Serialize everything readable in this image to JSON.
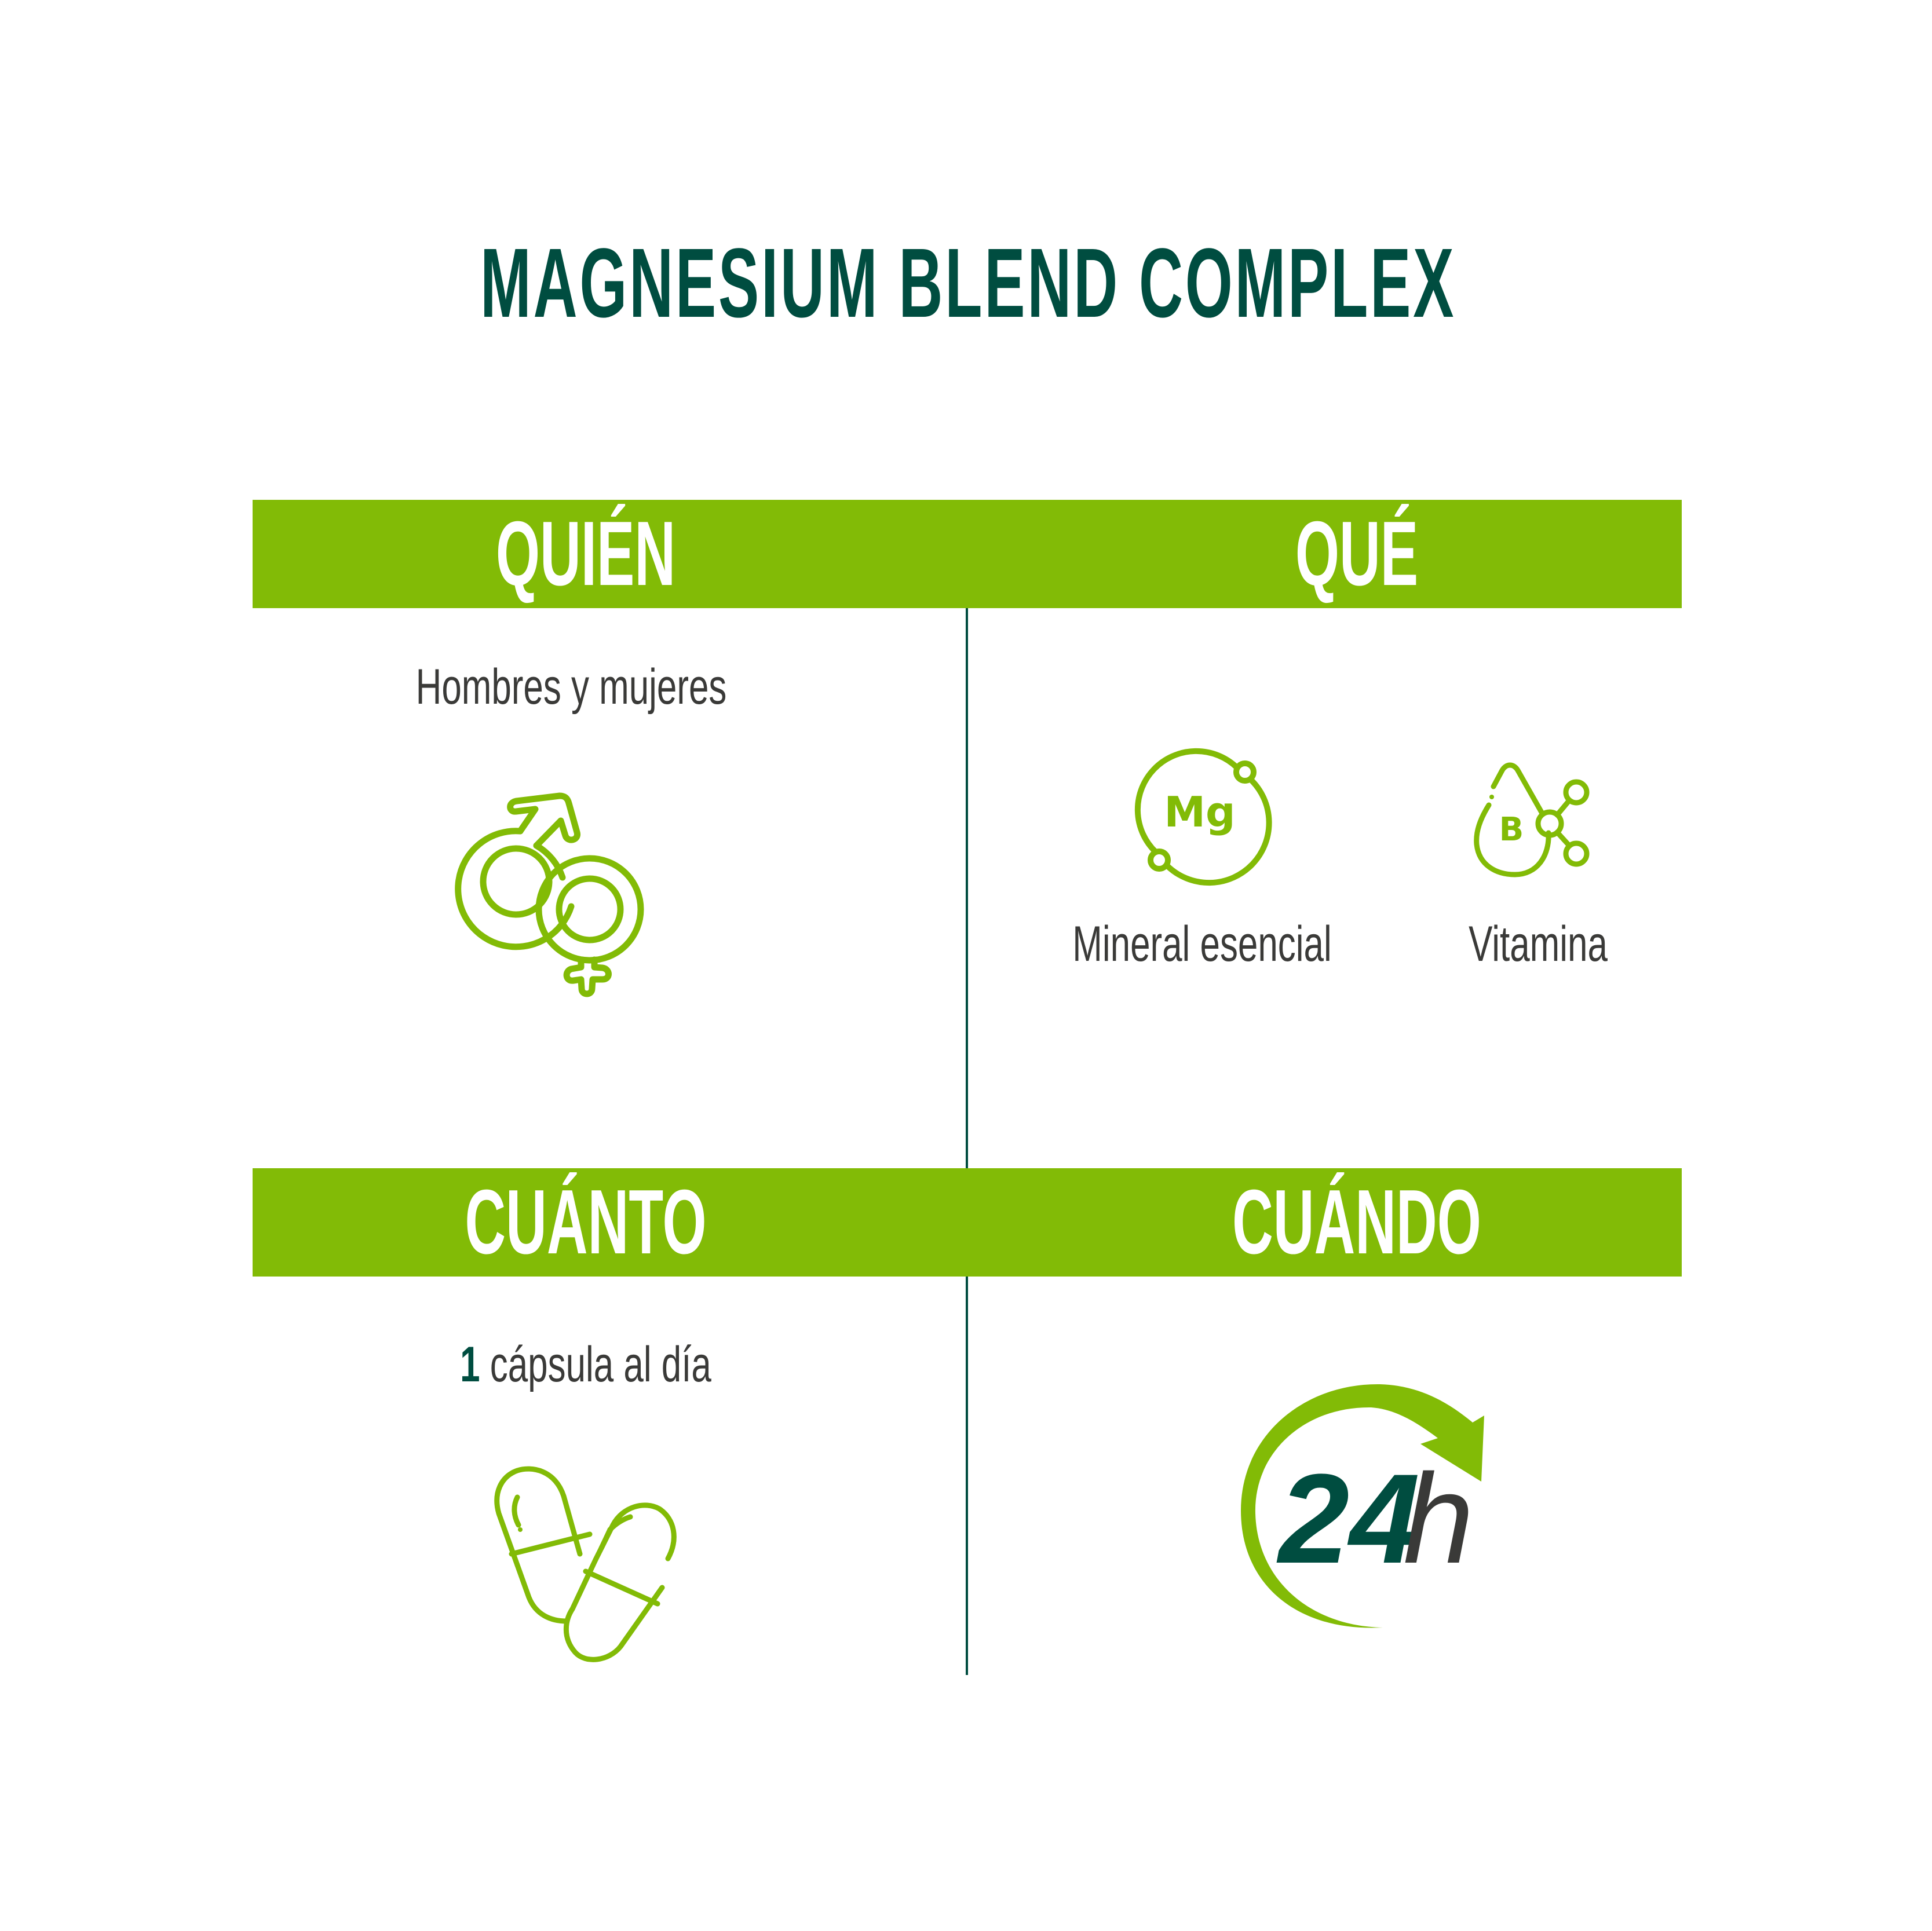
{
  "title": "MAGNESIUM BLEND COMPLEX",
  "colors": {
    "primary_dark_green": "#004d40",
    "accent_green": "#82bb06",
    "text_gray": "#3a3a38",
    "background": "#ffffff"
  },
  "sections": {
    "quien": {
      "heading": "QUIÉN",
      "text": "Hombres y mujeres",
      "icon": "gender-male-female-icon"
    },
    "que": {
      "heading": "QUÉ",
      "items": [
        {
          "icon": "magnesium-mg-icon",
          "icon_text": "Mg",
          "label": "Mineral esencial"
        },
        {
          "icon": "vitamin-b-drop-icon",
          "icon_text": "B",
          "label": "Vitamina"
        }
      ]
    },
    "cuanto": {
      "heading": "CUÁNTO",
      "amount": "1",
      "text": "cápsula al día",
      "icon": "capsules-icon"
    },
    "cuando": {
      "heading": "CUÁNDO",
      "icon": "24h-cycle-icon",
      "icon_number": "24",
      "icon_unit": "h"
    }
  }
}
